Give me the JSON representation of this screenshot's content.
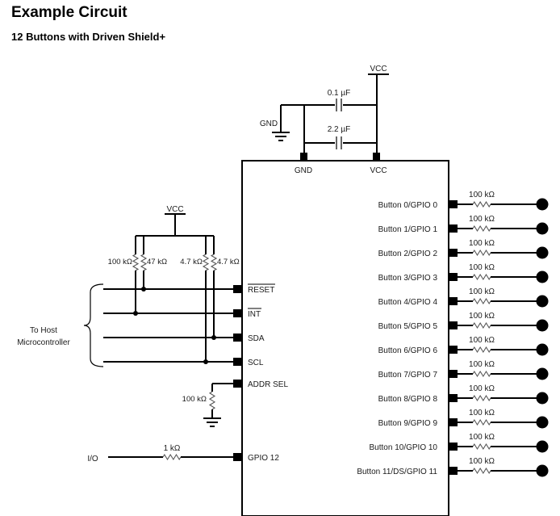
{
  "header": {
    "title": "Example Circuit",
    "subtitle": "12 Buttons with Driven Shield+"
  },
  "power": {
    "vcc_top": "VCC",
    "vcc_left": "VCC",
    "gnd": "GND",
    "cap1": "0.1 µF",
    "cap2": "2.2 µF"
  },
  "chip": {
    "top_pins": [
      "GND",
      "VCC"
    ],
    "left_pins": [
      "RESET",
      "INT",
      "SDA",
      "SCL",
      "ADDR SEL",
      "GPIO 12"
    ],
    "right_pins": [
      "Button 0/GPIO 0",
      "Button 1/GPIO 1",
      "Button 2/GPIO 2",
      "Button 3/GPIO 3",
      "Button 4/GPIO 4",
      "Button 5/GPIO 5",
      "Button 6/GPIO 6",
      "Button 7/GPIO 7",
      "Button 8/GPIO 8",
      "Button 9/GPIO 9",
      "Button 10/GPIO 10",
      "Button 11/DS/GPIO 11"
    ]
  },
  "pullups": [
    "100 kΩ",
    "47 kΩ",
    "4.7 kΩ",
    "4.7 kΩ"
  ],
  "host_label": [
    "To Host",
    "Microcontroller"
  ],
  "addr_res": "100 kΩ",
  "io": {
    "label": "I/O",
    "res": "1 kΩ"
  },
  "button_res": "100 kΩ",
  "colors": {
    "line": "#000000",
    "text": "#1a1a1a",
    "resistor": "#555555"
  }
}
